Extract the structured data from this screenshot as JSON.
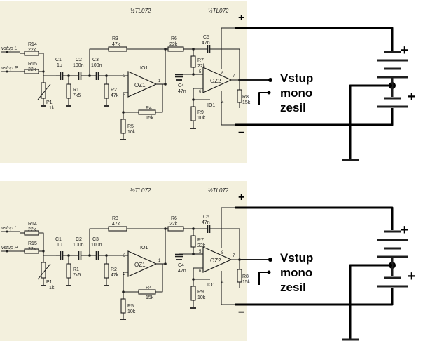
{
  "schematics": [
    {
      "labels": {
        "half_tl072_a": "½TL072",
        "half_tl072_b": "½TL072",
        "vstup_l": "vstup L",
        "vstup_p": "vstup P",
        "r14": "R14",
        "r14_val": "22k",
        "r15": "R15",
        "r15_val": "22k",
        "c1": "C1",
        "c1_val": "1μ",
        "c2": "C2",
        "c2_val": "100n",
        "c3": "C3",
        "c3_val": "100n",
        "r3": "R3",
        "r3_val": "47k",
        "r6": "R6",
        "r6_val": "22k",
        "c5": "C5",
        "c5_val": "47n",
        "r7": "R7",
        "r7_val": "22k",
        "c4": "C4",
        "c4_val": "47n",
        "io1_a": "IO1",
        "io1_b": "IO1",
        "oz1": "OZ1",
        "oz2": "OZ2",
        "r1": "R1",
        "r1_val": "7k5",
        "r2": "R2",
        "r2_val": "47k",
        "r4": "R4",
        "r4_val": "15k",
        "r5": "R5",
        "r5_val": "10k",
        "r8": "R8",
        "r8_val": "15k",
        "r9": "R9",
        "r9_val": "10k",
        "p1": "P1",
        "p1_val": "1k",
        "pin_1": "1",
        "pin_2": "2",
        "pin_3": "3",
        "pin_4": "4",
        "pin_5": "5",
        "pin_6": "6",
        "pin_7": "7",
        "pin_8": "8"
      },
      "annotations": {
        "plus_top": "+",
        "minus_bottom": "−",
        "output_label_1": "Vstup",
        "output_label_2": "mono",
        "output_label_3": "zesil",
        "battery_plus_1": "+",
        "battery_plus_2": "+"
      }
    },
    {
      "labels": {
        "half_tl072_a": "½TL072",
        "half_tl072_b": "½TL072",
        "vstup_l": "vstup L",
        "vstup_p": "vstup P",
        "r14": "R14",
        "r14_val": "22k",
        "r15": "R15",
        "r15_val": "22k",
        "c1": "C1",
        "c1_val": "1μ",
        "c2": "C2",
        "c2_val": "100n",
        "c3": "C3",
        "c3_val": "100n",
        "r3": "R3",
        "r3_val": "47k",
        "r6": "R6",
        "r6_val": "22k",
        "c5": "C5",
        "c5_val": "47n",
        "r7": "R7",
        "r7_val": "22k",
        "c4": "C4",
        "c4_val": "47n",
        "io1_a": "IO1",
        "io1_b": "IO1",
        "oz1": "OZ1",
        "oz2": "OZ2",
        "r1": "R1",
        "r1_val": "7k5",
        "r2": "R2",
        "r2_val": "47k",
        "r4": "R4",
        "r4_val": "15k",
        "r5": "R5",
        "r5_val": "10k",
        "r8": "R8",
        "r8_val": "15k",
        "r9": "R9",
        "r9_val": "10k",
        "p1": "P1",
        "p1_val": "1k",
        "pin_1": "1",
        "pin_2": "2",
        "pin_3": "3",
        "pin_4": "4",
        "pin_5": "5",
        "pin_6": "6",
        "pin_7": "7",
        "pin_8": "8"
      },
      "annotations": {
        "plus_top": "+",
        "minus_bottom": "−",
        "output_label_1": "Vstup",
        "output_label_2": "mono",
        "output_label_3": "zesil",
        "battery_plus_1": "+",
        "battery_plus_2": "+"
      }
    }
  ],
  "colors": {
    "paper": "#f3f0dd",
    "ink": "#1e1e1e",
    "marker": "#000000"
  }
}
